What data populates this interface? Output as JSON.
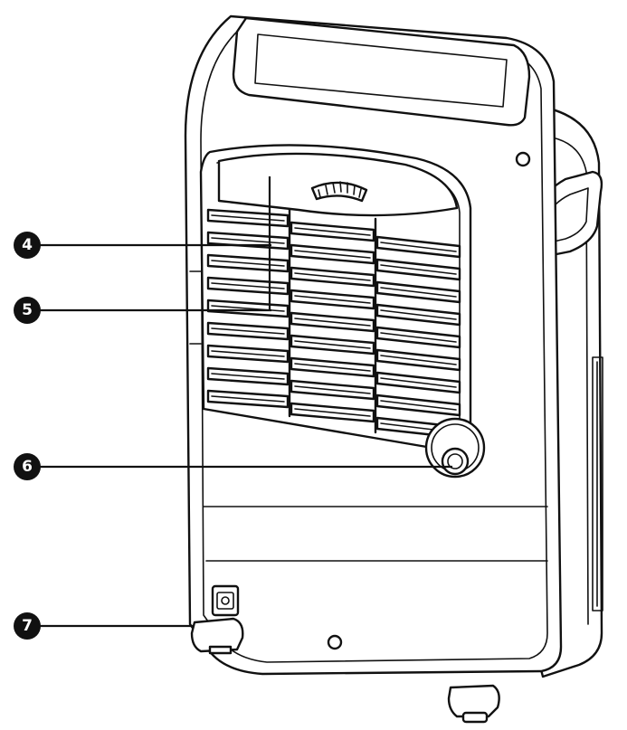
{
  "callouts": [
    {
      "id": "4",
      "label": "4"
    },
    {
      "id": "5",
      "label": "5"
    },
    {
      "id": "6",
      "label": "6"
    },
    {
      "id": "7",
      "label": "7"
    }
  ]
}
